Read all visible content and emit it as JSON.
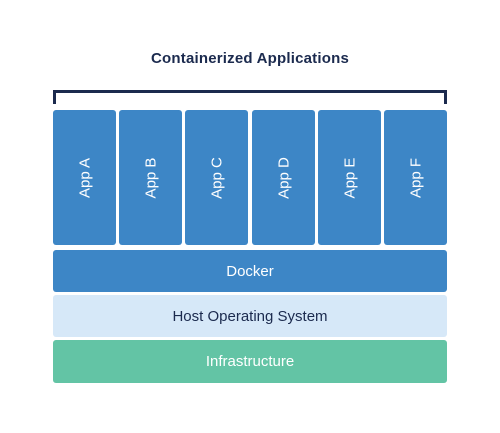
{
  "diagram": {
    "title": "Containerized Applications",
    "apps": [
      "App A",
      "App B",
      "App C",
      "App D",
      "App E",
      "App F"
    ],
    "layers": {
      "docker": "Docker",
      "host": "Host Operating System",
      "infrastructure": "Infrastructure"
    },
    "colors": {
      "app_blue": "#3d86c6",
      "host_light_blue": "#d6e8f8",
      "infrastructure_green": "#63c4a5",
      "title_navy": "#1b2a4e"
    }
  }
}
